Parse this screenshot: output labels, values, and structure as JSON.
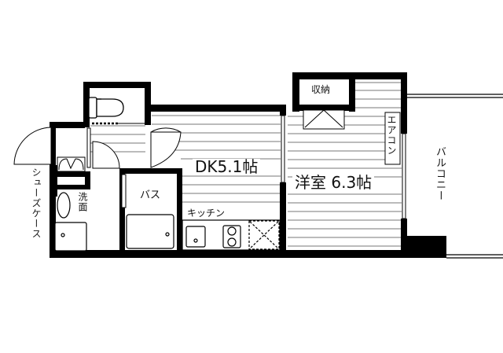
{
  "floorplan": {
    "rooms": {
      "dk": {
        "label": "DK5.1帖",
        "type": "dining-kitchen",
        "size_jo": 5.1
      },
      "western": {
        "label": "洋室 6.3帖",
        "type": "western-room",
        "size_jo": 6.3
      },
      "storage": {
        "label": "収納"
      },
      "aircon": {
        "label": "エアコン"
      },
      "balcony": {
        "label": "バルコニー"
      },
      "bath": {
        "label": "バス"
      },
      "washroom": {
        "label": "洗面"
      },
      "kitchen": {
        "label": "キッチン"
      },
      "shoe_case": {
        "label": "シューズケース"
      }
    },
    "colors": {
      "wall": "#000000",
      "line": "#555555",
      "background": "#ffffff"
    }
  }
}
